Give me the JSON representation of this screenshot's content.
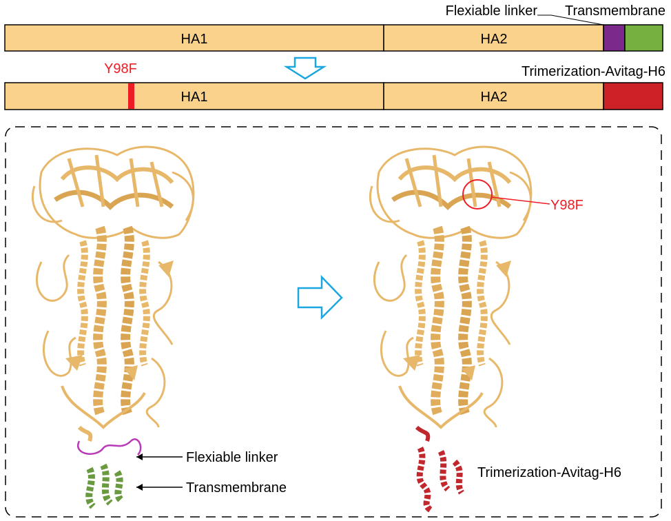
{
  "top_labels": {
    "flexible_linker": "Flexiable linker",
    "transmembrane": "Transmembrane",
    "trimerization": "Trimerization-Avitag-H6",
    "mutation": "Y98F"
  },
  "construct_top": {
    "segments": [
      {
        "label": "HA1",
        "color": "#fad28c"
      },
      {
        "label": "HA2",
        "color": "#fad28c"
      },
      {
        "label": "",
        "color": "#7b2a8b"
      },
      {
        "label": "",
        "color": "#76b041"
      }
    ]
  },
  "construct_bottom": {
    "segments": [
      {
        "label": "HA1",
        "color": "#fad28c"
      },
      {
        "label": "HA2",
        "color": "#fad28c"
      },
      {
        "label": "",
        "color": "#cc2127"
      }
    ],
    "mutation_color": "#ee1c25"
  },
  "structure_left": {
    "annotations": [
      {
        "label": "Flexiable linker"
      },
      {
        "label": "Transmembrane"
      }
    ]
  },
  "structure_right": {
    "annotations": [
      {
        "label": "Y98F"
      },
      {
        "label": "Trimerization-Avitag-H6"
      }
    ]
  },
  "colors": {
    "protein": "#e8b86a",
    "protein_dark": "#b8873c",
    "linker": "#b83ab8",
    "tm": "#6a9a40",
    "trimer": "#c0282e",
    "arrow": "#1aa6e0",
    "mutation": "#ee1c25"
  }
}
